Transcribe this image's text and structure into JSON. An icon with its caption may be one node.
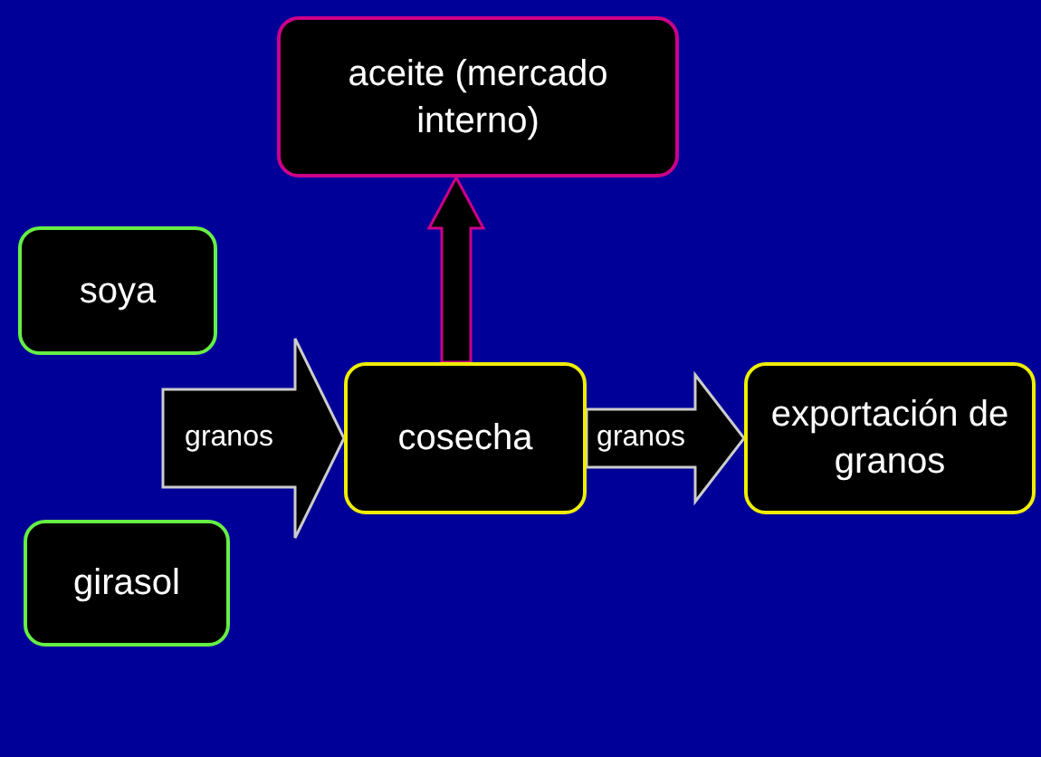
{
  "diagram": {
    "nodes": [
      {
        "text": [
          "aceite (mercado interno)"
        ]
      },
      {
        "text": [
          "soya"
        ]
      },
      {
        "text": [
          "cosecha"
        ]
      },
      {
        "text": [
          "exportación de granos"
        ]
      },
      {
        "text": [
          "girasol"
        ]
      }
    ],
    "edges": [
      {
        "from": null,
        "to": 2,
        "arrow": "to",
        "label": "granos"
      },
      {
        "from": 2,
        "to": 3,
        "arrow": "to",
        "label": "granos"
      },
      {
        "from": 2,
        "to": 0,
        "arrow": "to",
        "color": "#cc0088"
      }
    ]
  }
}
